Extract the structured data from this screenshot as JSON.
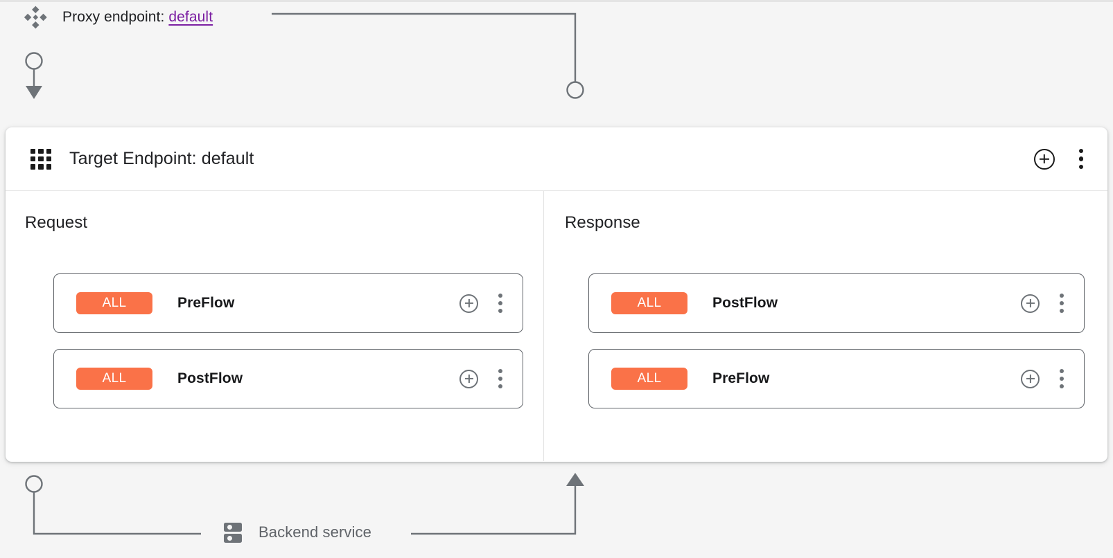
{
  "proxy": {
    "icon": "proxy-endpoint-icon",
    "label_prefix": "Proxy endpoint:",
    "endpoint_name": "default",
    "link_color": "#7b1fa2"
  },
  "card": {
    "icon": "grid-apps-icon",
    "title": "Target Endpoint: default",
    "actions": {
      "add_label": "add-icon",
      "menu_label": "more-options-icon"
    },
    "columns": [
      {
        "title": "Request",
        "direction": "down",
        "rows": [
          {
            "badge": "ALL",
            "name": "PreFlow"
          },
          {
            "badge": "ALL",
            "name": "PostFlow"
          }
        ]
      },
      {
        "title": "Response",
        "direction": "up",
        "rows": [
          {
            "badge": "ALL",
            "name": "PostFlow"
          },
          {
            "badge": "ALL",
            "name": "PreFlow"
          }
        ]
      }
    ]
  },
  "backend": {
    "icon": "server-icon",
    "label": "Backend service"
  },
  "colors": {
    "badge_orange": "#fa7248",
    "link_purple": "#7b1fa2",
    "connector_gray": "#6e7378",
    "page_background": "#f5f5f5",
    "card_background": "#ffffff",
    "row_border": "#5f6368"
  }
}
